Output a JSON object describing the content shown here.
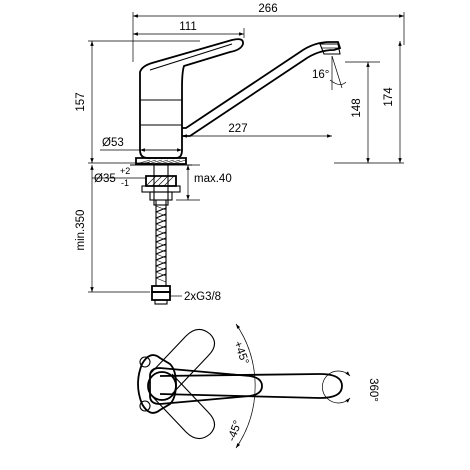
{
  "dimensions": {
    "overall_reach": "266",
    "handle_reach": "111",
    "spout_angle": "16°",
    "body_height": "157",
    "outlet_height": "148",
    "total_height": "174",
    "body_diameter": "Ø53",
    "spout_length": "227",
    "hole_diameter": "Ø35",
    "hole_tol_upper": "+2",
    "hole_tol_lower": "-1",
    "deck_thickness": "max.40",
    "hose_length": "min.350",
    "connection": "2xG3/8",
    "handle_angle_left": "+45°",
    "handle_angle_right": "-45°",
    "spout_rotation": "360°"
  }
}
